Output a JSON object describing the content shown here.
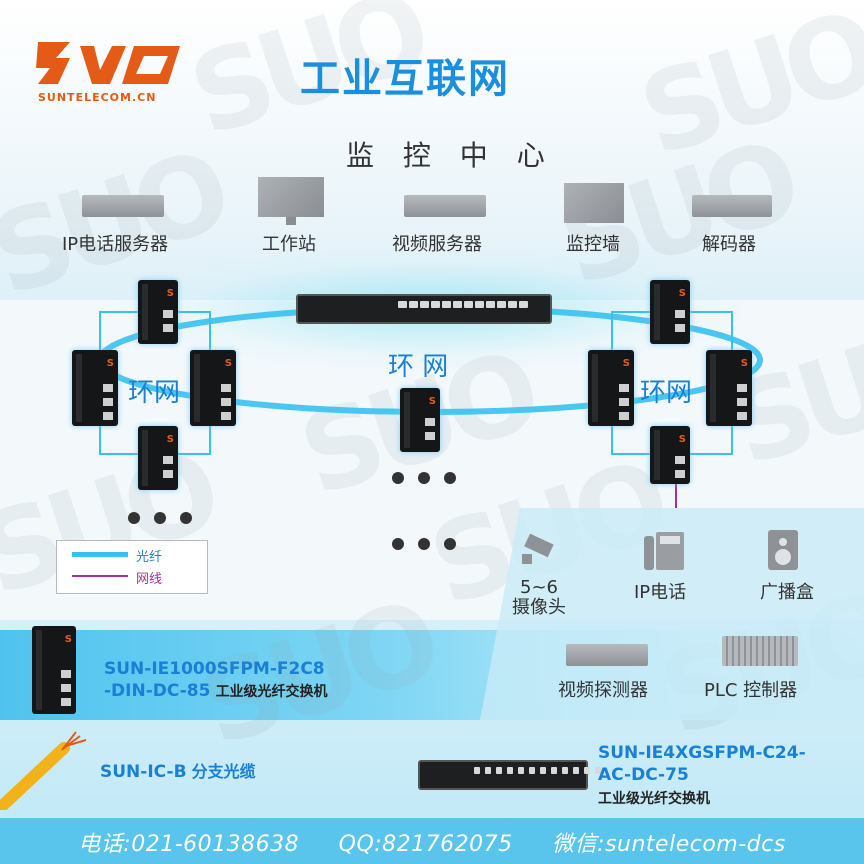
{
  "logo": {
    "domain": "SUNTELECOM.CN",
    "mark": "SUO"
  },
  "title": "工业互联网",
  "center_title": "监 控 中 心",
  "devices": [
    {
      "label": "IP电话服务器"
    },
    {
      "label": "工作站"
    },
    {
      "label": "视频服务器"
    },
    {
      "label": "监控墙"
    },
    {
      "label": "解码器"
    }
  ],
  "rings": {
    "left": "环网",
    "center": "环 网",
    "right": "环网"
  },
  "legend": {
    "fiber": "光纤",
    "cable": "网线"
  },
  "terminals": [
    {
      "label": "5~6\n摄像头"
    },
    {
      "label": "IP电话"
    },
    {
      "label": "广播盒"
    },
    {
      "label": "视频探测器"
    },
    {
      "label": "PLC 控制器"
    }
  ],
  "products": {
    "din_switch": {
      "line1": "SUN-IE1000SFPM-F2C8",
      "line2": "-DIN-DC-85",
      "desc": "工业级光纤交换机"
    },
    "cable": {
      "name": "SUN-IC-B",
      "desc": "分支光缆"
    },
    "rack_switch": {
      "line1": "SUN-IE4XGSFPM-C24-",
      "line2": "AC-DC-75",
      "desc": "工业级光纤交换机"
    }
  },
  "footer": {
    "phone": "电话:021-60138638",
    "qq": "QQ:821762075",
    "wechat": "微信:suntelecom-dcs"
  },
  "colors": {
    "accent": "#1a8fe0",
    "brand": "#e45b17",
    "fiber": "#36c1ee",
    "cable": "#a0339a",
    "footer": "#59c4ec"
  }
}
